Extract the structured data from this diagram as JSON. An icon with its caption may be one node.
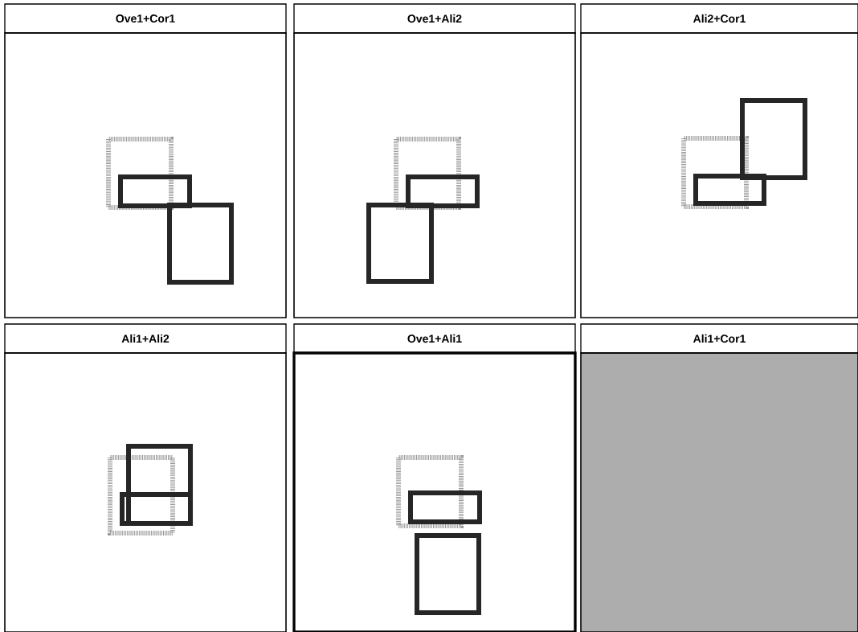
{
  "diagram": {
    "nodes": [
      {
        "text": [
          "Ove1+Cor1"
        ]
      },
      {
        "text": [
          "Ove1+Ali2"
        ]
      },
      {
        "text": [
          "Ali2+Cor1"
        ]
      },
      {
        "text": [
          "Ali1+Ali2"
        ]
      },
      {
        "text": [
          "Ove1+Ali1"
        ]
      },
      {
        "text": [
          "Ali1+Cor1"
        ]
      }
    ]
  }
}
